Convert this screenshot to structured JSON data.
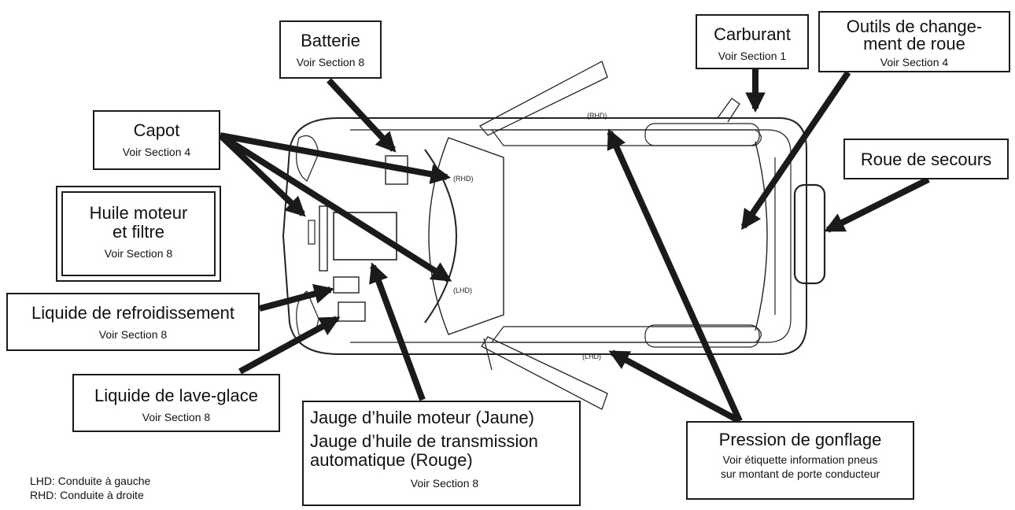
{
  "labels": {
    "batterie": {
      "title": "Batterie",
      "sub": "Voir Section 8"
    },
    "capot": {
      "title": "Capot",
      "sub": "Voir Section 4"
    },
    "huile": {
      "title_line1": "Huile moteur",
      "title_line2": "et filtre",
      "sub": "Voir Section 8"
    },
    "refroid": {
      "title": "Liquide de refroidissement",
      "sub": "Voir Section 8"
    },
    "laveglace": {
      "title": "Liquide de lave-glace",
      "sub": "Voir Section 8"
    },
    "jauge": {
      "line1": "Jauge d’huile moteur (Jaune)",
      "line2": "Jauge d’huile de transmission",
      "line3": "automatique (Rouge)",
      "sub": "Voir Section 8"
    },
    "carburant": {
      "title": "Carburant",
      "sub": "Voir Section 1"
    },
    "outils": {
      "title_line1": "Outils de change-",
      "title_line2": "ment de roue",
      "sub": "Voir Section 4"
    },
    "roue": {
      "title": "Roue de secours"
    },
    "pression": {
      "title": "Pression de gonflage",
      "sub_line1": "Voir  étiquette information pneus",
      "sub_line2": "sur montant de porte conducteur"
    }
  },
  "car_tags": {
    "rhd": "(RHD)",
    "lhd": "(LHD)"
  },
  "legend": {
    "lhd": "LHD: Conduite à gauche",
    "rhd": "RHD: Conduite à droite"
  }
}
